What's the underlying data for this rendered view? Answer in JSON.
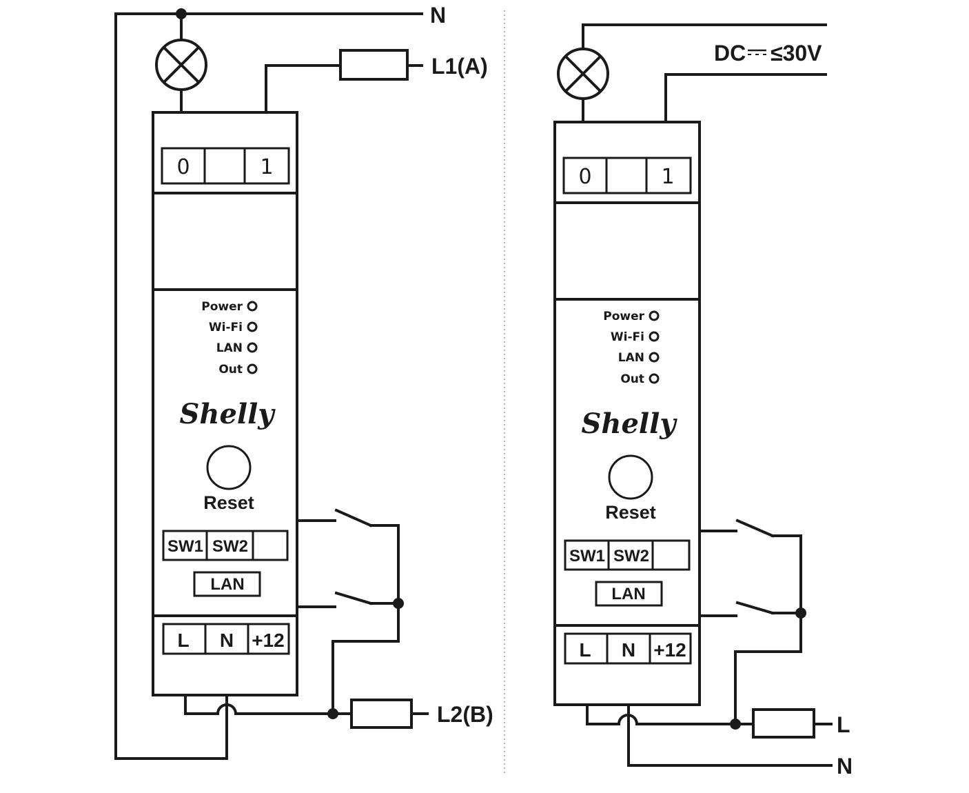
{
  "left": {
    "terminals_top": [
      "0",
      "",
      "1"
    ],
    "leds": [
      "Power",
      "Wi-Fi",
      "LAN",
      "Out"
    ],
    "brand": "Shelly",
    "reset": "Reset",
    "switch_terminals": [
      "SW1",
      "SW2",
      ""
    ],
    "lan_port": "LAN",
    "power_terminals": [
      "L",
      "N",
      "+12"
    ],
    "labels": {
      "neutral": "N",
      "line1": "L1(A)",
      "line2": "L2(B)"
    }
  },
  "right": {
    "terminals_top": [
      "0",
      "",
      "1"
    ],
    "leds": [
      "Power",
      "Wi-Fi",
      "LAN",
      "Out"
    ],
    "brand": "Shelly",
    "reset": "Reset",
    "switch_terminals": [
      "SW1",
      "SW2",
      ""
    ],
    "lan_port": "LAN",
    "power_terminals": [
      "L",
      "N",
      "+12"
    ],
    "labels": {
      "dc_prefix": "DC",
      "dc_suffix": "≤30V",
      "line": "L",
      "neutral": "N"
    }
  }
}
